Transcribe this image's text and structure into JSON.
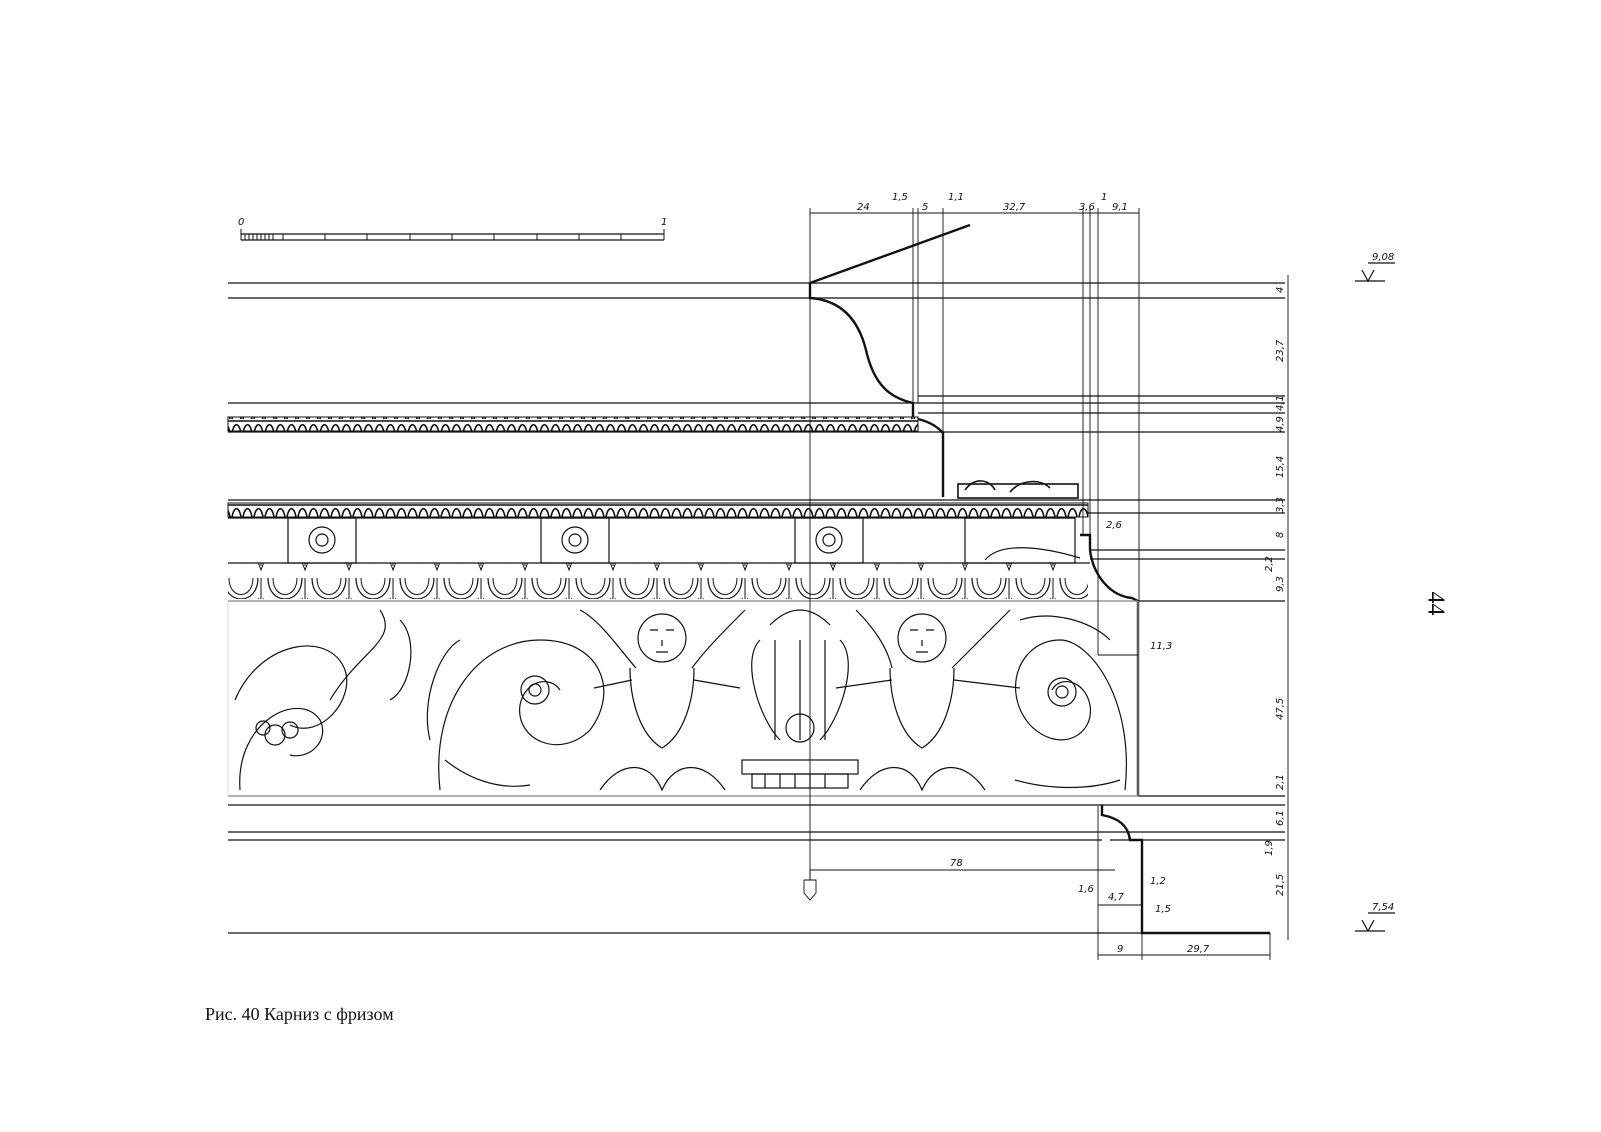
{
  "caption": "Рис. 40 Карниз с фризом",
  "page_number": "44",
  "scale": {
    "start": "0",
    "end": "1"
  },
  "levels": {
    "top": "9,08",
    "bottom": "7,54"
  },
  "dims_top": [
    "24",
    "1,5",
    "5",
    "1,1",
    "32,7",
    "3,6",
    "1",
    "9,1"
  ],
  "dims_right": [
    "4",
    "23,7",
    "4,1",
    "4,9",
    "15,4",
    "3,3",
    "8",
    "2,2",
    "9,3",
    "47,5",
    "2,1",
    "6,1",
    "1,9",
    "21,5"
  ],
  "dims_inner": {
    "d26": "2,6",
    "d113": "11,3",
    "d78": "78",
    "d16": "1,6",
    "d47": "4,7",
    "d12": "1,2",
    "d15": "1,5"
  },
  "dims_bottom": [
    "9",
    "29,7"
  ]
}
